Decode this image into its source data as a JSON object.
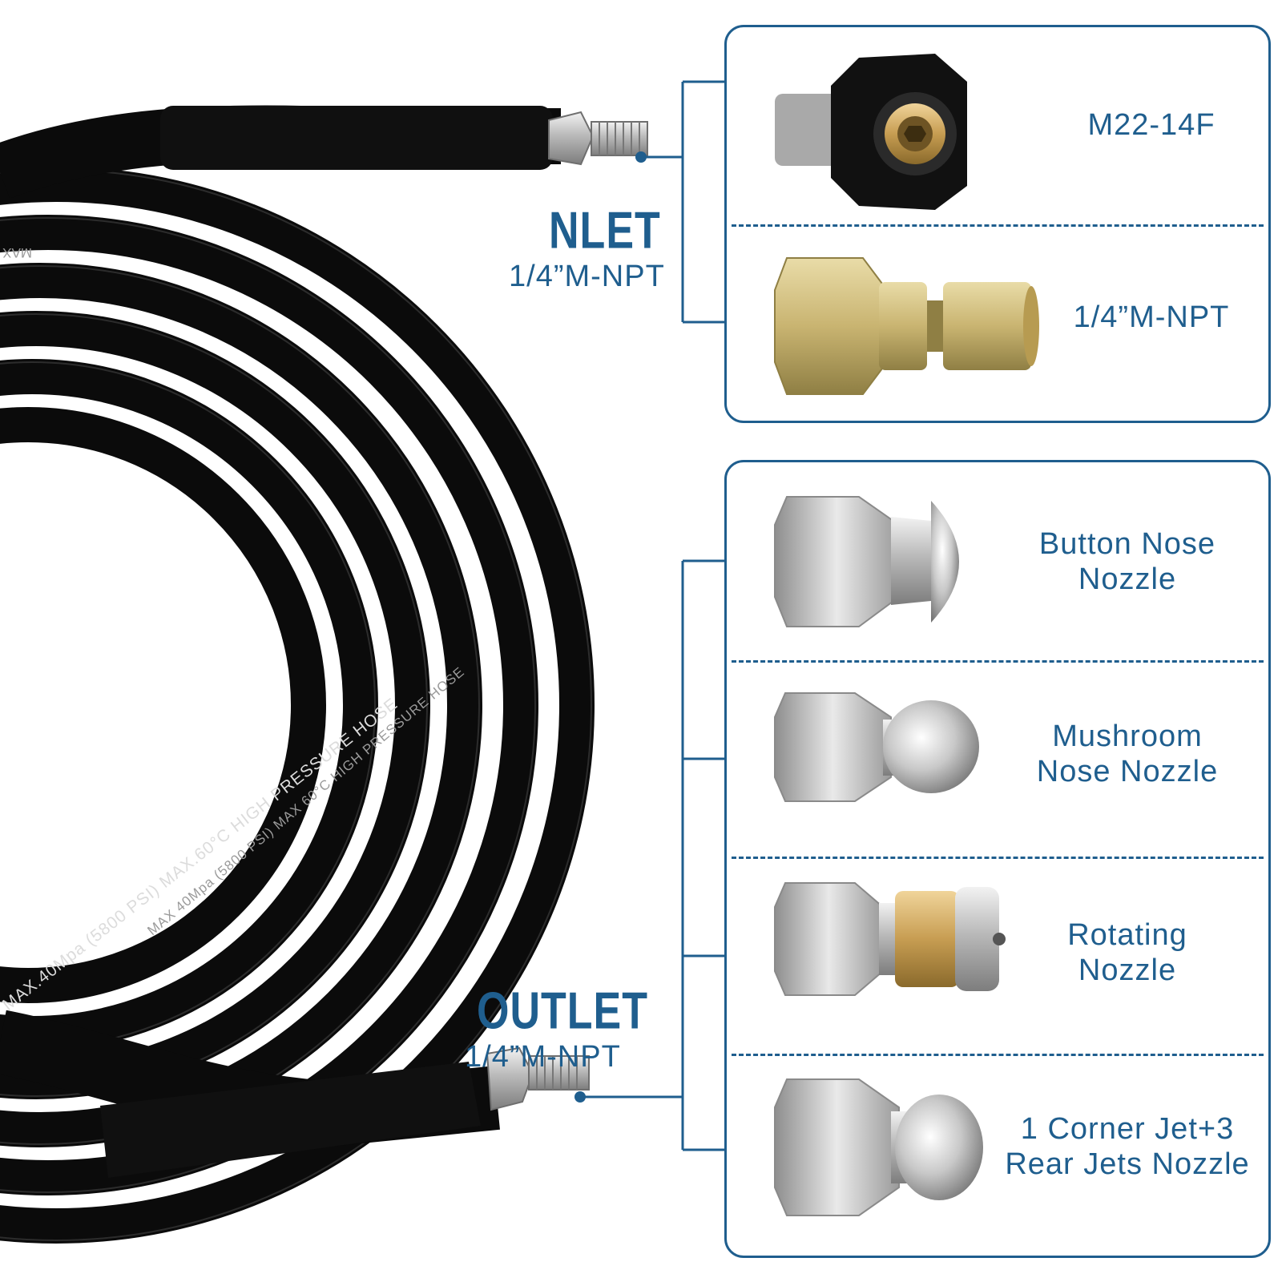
{
  "inlet": {
    "title": "NLET",
    "spec": "1/4”M-NPT"
  },
  "outlet": {
    "title": "OUTLET",
    "spec": "1/4”M-NPT"
  },
  "hose_print": {
    "line1": "MAX.40Mpa (5800 PSI) MAX.60°C HIGH PRESSURE HOSE",
    "line2": "MAX 40Mpa (5800 PSI) MAX 60°C HIGH PRESSURE HOSE",
    "line3": "MAX"
  },
  "inlet_fittings": [
    {
      "label_lines": [
        "M22-14F"
      ],
      "icon": "m22-female-coupler-icon"
    },
    {
      "label_lines": [
        "1/4”M-NPT"
      ],
      "icon": "quick-connect-plug-icon"
    }
  ],
  "nozzles": [
    {
      "label_lines": [
        "Button Nose",
        "Nozzle"
      ],
      "icon": "button-nose-nozzle-icon"
    },
    {
      "label_lines": [
        "Mushroom",
        "Nose Nozzle"
      ],
      "icon": "mushroom-nose-nozzle-icon"
    },
    {
      "label_lines": [
        "Rotating",
        "Nozzle"
      ],
      "icon": "rotating-nozzle-icon"
    },
    {
      "label_lines": [
        "1 Corner Jet+3",
        "Rear Jets Nozzle"
      ],
      "icon": "corner-jet-nozzle-icon"
    }
  ],
  "colors": {
    "accent": "#1f5e8e",
    "hose": "#0b0b0b",
    "steel": "#c4c4c4",
    "brass": "#c9a15a"
  }
}
